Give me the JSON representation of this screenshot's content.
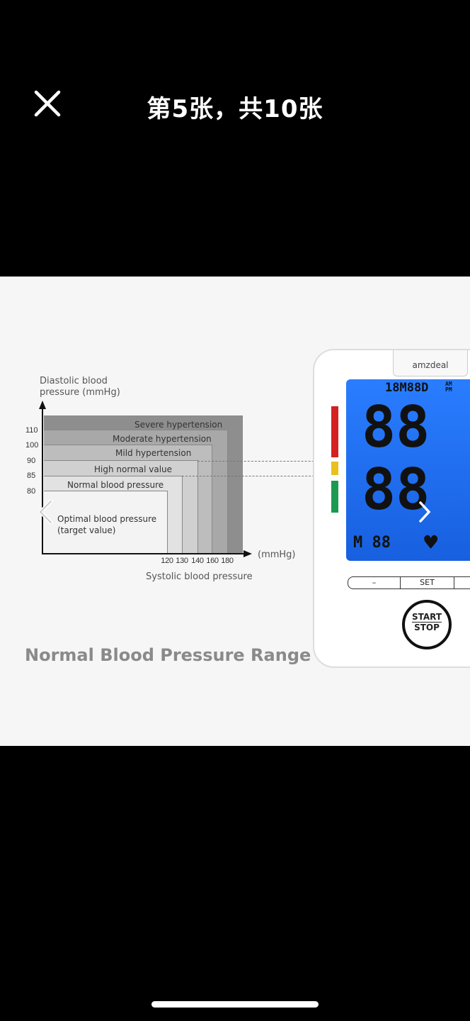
{
  "header": {
    "title": "第5张，共10张",
    "close_icon": "close-icon"
  },
  "image": {
    "chart": {
      "y_axis_label_line1": "Diastolic blood",
      "y_axis_label_line2": "pressure (mmHg)",
      "x_axis_unit": "(mmHg)",
      "x_axis_label": "Systolic blood pressure",
      "y_ticks": [
        "110",
        "100",
        "90",
        "85",
        "80"
      ],
      "x_ticks": [
        "120",
        "130",
        "140",
        "160",
        "180"
      ],
      "categories": [
        "Severe hypertension",
        "Moderate hypertension",
        "Mild hypertension",
        "High normal value",
        "Normal blood pressure"
      ],
      "optimal_line1": "Optimal blood pressure",
      "optimal_line2": "(target value)"
    },
    "heading": "Normal Blood Pressure Range",
    "device": {
      "brand": "amzdeal",
      "lcd_top": "18M88D",
      "lcd_ampm": "AM PM",
      "lcd_digits_1": "88",
      "lcd_digits_2": "88",
      "lcd_memory": "M 88",
      "minus_button": "–",
      "set_button": "SET",
      "start_label": "START",
      "stop_label": "STOP",
      "indicator_colors": [
        "#d42020",
        "#e8c020",
        "#1a9a50"
      ]
    }
  },
  "nav": {
    "prev_icon": "chevron-left-icon",
    "next_icon": "chevron-right-icon"
  }
}
